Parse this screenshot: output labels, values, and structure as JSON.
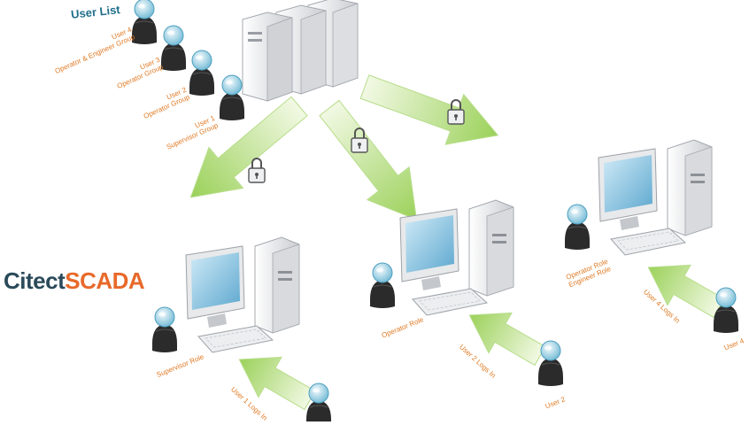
{
  "title": "User List",
  "brand": {
    "part1": "Citect",
    "part2": "SCADA"
  },
  "user_list": [
    {
      "name": "User 4",
      "group": "Operator & Engineer Group"
    },
    {
      "name": "User 3",
      "group": "Operator Group"
    },
    {
      "name": "User 2",
      "group": "Operator Group"
    },
    {
      "name": "User 1",
      "group": "Supervisor Group"
    }
  ],
  "roles": {
    "left": "Supervisor Role",
    "middle": "Operator Role",
    "right_line1": "Operator Role",
    "right_line2": "Engineer Role"
  },
  "logins": {
    "left": "User 1 Logs In",
    "middle": "User 2 Logs In",
    "right": "User 4 Logs In"
  },
  "users_bottom": {
    "middle": "User 2",
    "right": "User 4"
  },
  "colors": {
    "arrow_light": "#e4f3c4",
    "arrow_dark": "#8fcc4c",
    "orange": "#e07a24",
    "teal": "#1f6f8b"
  }
}
